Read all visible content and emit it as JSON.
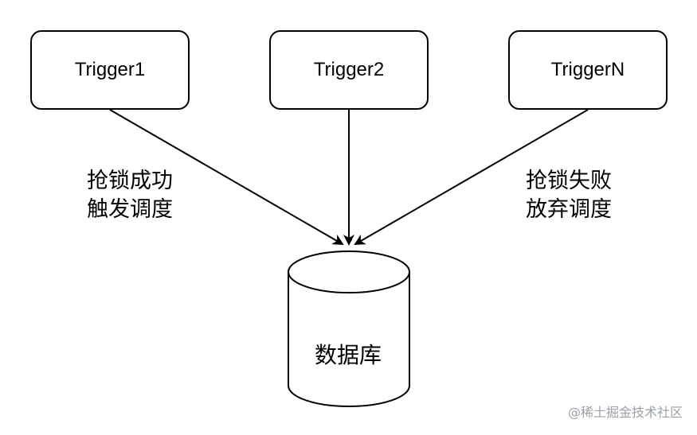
{
  "nodes": {
    "trigger1": "Trigger1",
    "trigger2": "Trigger2",
    "triggerN": "TriggerN"
  },
  "labels": {
    "left": [
      "抢锁成功",
      "触发调度"
    ],
    "right": [
      "抢锁失败",
      "放弃调度"
    ]
  },
  "database": {
    "label": "数据库"
  },
  "watermark": "@稀土掘金技术社区"
}
